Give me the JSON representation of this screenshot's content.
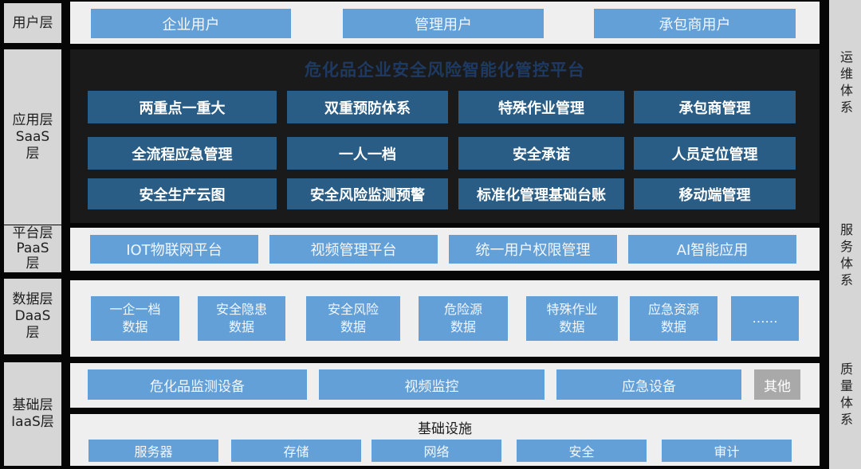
{
  "colors": {
    "page_bg": "#060606",
    "panel_light": "#efefef",
    "label_gray": "#d6d6d6",
    "light_blue": "#64a0d8",
    "dark_blue": "#2a5d85",
    "saas_panel_bg": "#1a1a1a",
    "title_blue": "#1e3a63",
    "other_gray": "#a9a9a9"
  },
  "left_layers": [
    {
      "lines": [
        "用户层"
      ]
    },
    {
      "lines": [
        "应用层",
        "SaaS",
        "层"
      ]
    },
    {
      "lines": [
        "平台层",
        "PaaS",
        "层"
      ]
    },
    {
      "lines": [
        "数据层",
        "DaaS",
        "层"
      ]
    },
    {
      "lines": [
        "基础层",
        "IaaS层"
      ]
    }
  ],
  "right_systems": [
    {
      "label": "运维体系"
    },
    {
      "label": "服务体系"
    },
    {
      "label": "质量体系"
    }
  ],
  "user_row": {
    "buttons": [
      "企业用户",
      "管理用户",
      "承包商用户"
    ]
  },
  "saas": {
    "title": "危化品企业安全风险智能化管控平台",
    "rows": [
      [
        "两重点一重大",
        "双重预防体系",
        "特殊作业管理",
        "承包商管理"
      ],
      [
        "全流程应急管理",
        "一人一档",
        "安全承诺",
        "人员定位管理"
      ],
      [
        "安全生产云图",
        "安全风险监测预警",
        "标准化管理基础台账",
        "移动端管理"
      ]
    ]
  },
  "paas": {
    "buttons": [
      "IOT物联网平台",
      "视频管理平台",
      "统一用户权限管理",
      "AI智能应用"
    ]
  },
  "daas": {
    "boxes": [
      {
        "line1": "一企一档",
        "line2": "数据"
      },
      {
        "line1": "安全隐患",
        "line2": "数据"
      },
      {
        "line1": "安全风险",
        "line2": "数据"
      },
      {
        "line1": "危险源",
        "line2": "数据"
      },
      {
        "line1": "特殊作业",
        "line2": "数据"
      },
      {
        "line1": "应急资源",
        "line2": "数据"
      },
      {
        "line1": "……",
        "line2": ""
      }
    ]
  },
  "iaas": {
    "devices": [
      "危化品监测设备",
      "视频监控",
      "应急设备"
    ],
    "other": "其他",
    "infra_title": "基础设施",
    "infra_buttons": [
      "服务器",
      "存储",
      "网络",
      "安全",
      "审计"
    ]
  }
}
